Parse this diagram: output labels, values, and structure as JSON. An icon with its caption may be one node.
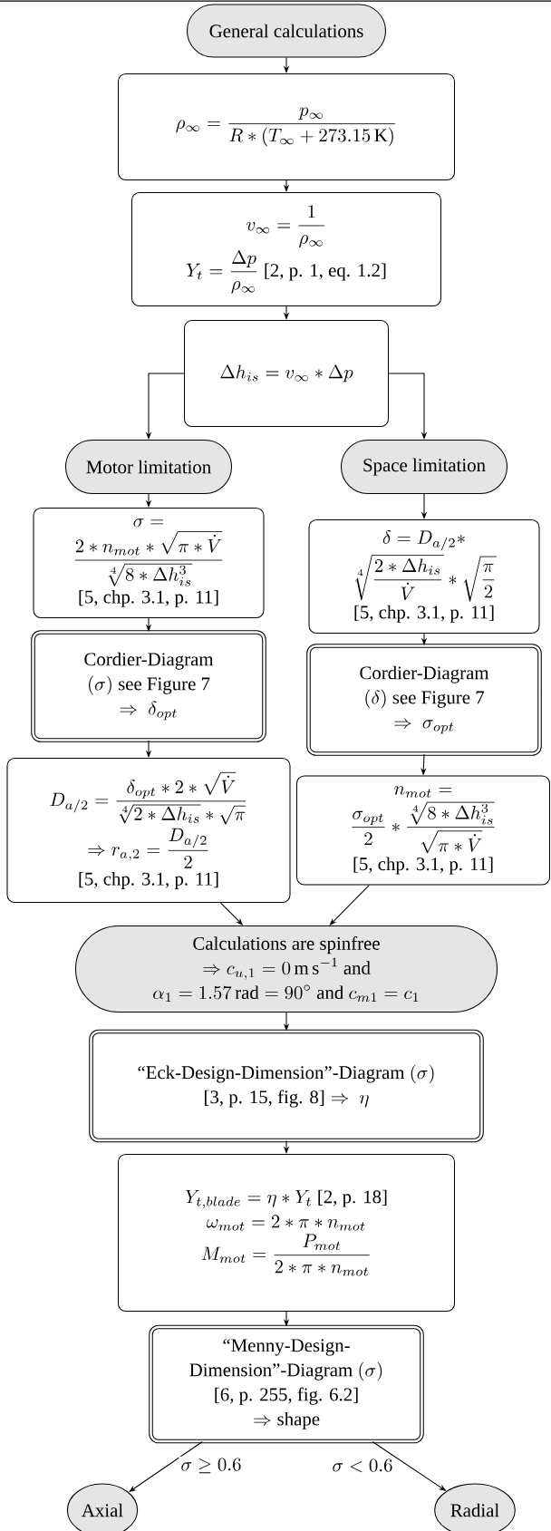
{
  "diagram": {
    "nodes": [
      {
        "text": [
          "General calculations"
        ]
      },
      {
        "text": [
          "\\rho_\\infty = \\frac{p_\\infty}{R * (T_\\infty + 273.15\\,\\mathrm{K})}"
        ]
      },
      {
        "text": [
          "v_\\infty = \\frac{1}{\\rho_\\infty}",
          "Y_t = \\frac{\\Delta p}{\\rho_\\infty}\\ \\text{[2, p. 1, eq. 1.2]}"
        ]
      },
      {
        "text": [
          "\\Delta h_{is} = v_\\infty * \\Delta p"
        ]
      },
      {
        "text": [
          "Motor limitation"
        ]
      },
      {
        "text": [
          "Space limitation"
        ]
      },
      {
        "text": [
          "\\sigma =",
          "\\frac{2 * n_{mot} * \\sqrt{\\pi * \\dot{V}}}{\\sqrt[4]{8 * \\Delta h_{is}^3}}",
          "[5, chp. 3.1, p. 11]"
        ]
      },
      {
        "text": [
          "\\delta = D_{a/2} *",
          "\\sqrt[4]{\\frac{2 * \\Delta h_{is}}{\\dot{V}}} * \\sqrt{\\frac{\\pi}{2}}",
          "[5, chp. 3.1, p. 11]"
        ]
      },
      {
        "text": [
          "Cordier-Diagram",
          "(\\sigma)\\ \\text{see Figure 7}",
          "\\Rightarrow\\ \\delta_{opt}"
        ]
      },
      {
        "text": [
          "Cordier-Diagram",
          "(\\delta)\\ \\text{see Figure 7}",
          "\\Rightarrow\\ \\sigma_{opt}"
        ]
      },
      {
        "text": [
          "D_{a/2} = \\frac{\\delta_{opt} * 2 * \\sqrt{\\dot{V}}}{\\sqrt[4]{2 * \\Delta h_{is}} * \\sqrt{\\pi}}",
          "\\Rightarrow r_{a,2} = \\frac{D_{a/2}}{2}",
          "[5, chp. 3.1, p. 11]"
        ]
      },
      {
        "text": [
          "n_{mot} =",
          "\\frac{\\sigma_{opt}}{2} * \\frac{\\sqrt[4]{8 * \\Delta h_{is}^3}}{\\sqrt{\\pi * \\dot{V}}}",
          "[5, chp. 3.1, p. 11]"
        ]
      },
      {
        "text": [
          "Calculations are spinfree",
          "\\Rightarrow c_{u,1} = 0\\,\\mathrm{m\\,s^{-1}}\\ \\text{and}",
          "\\alpha_1 = 1.57\\,\\mathrm{rad} = 90^\\circ\\ \\text{and}\\ c_{m1} = c_1"
        ]
      },
      {
        "text": [
          "\\text{“Eck-Design-Dimension”-Diagram}\\ (\\sigma)",
          "\\text{[3, p. 15, fig. 8]} \\Rightarrow\\ \\eta"
        ]
      },
      {
        "text": [
          "Y_{t,blade} = \\eta * Y_t\\ \\text{[2, p. 18]}",
          "\\omega_{mot} = 2 * \\pi * n_{mot}",
          "M_{mot} = \\frac{P_{mot}}{2 * \\pi * n_{mot}}"
        ]
      },
      {
        "text": [
          "“Menny-Design-",
          "\\text{Dimension”-Diagram}\\ (\\sigma)",
          "[6, p. 255, fig. 6.2]",
          "\\Rightarrow \\text{shape}"
        ]
      },
      {
        "text": [
          "Axial"
        ]
      },
      {
        "text": [
          "Radial"
        ]
      }
    ],
    "edges": [
      {
        "from": 0,
        "to": 1,
        "arrow": "to"
      },
      {
        "from": 1,
        "to": 2,
        "arrow": "to"
      },
      {
        "from": 2,
        "to": 3,
        "arrow": "to"
      },
      {
        "from": 3,
        "to": 4,
        "arrow": "to"
      },
      {
        "from": 3,
        "to": 5,
        "arrow": "to"
      },
      {
        "from": 4,
        "to": 6,
        "arrow": "to"
      },
      {
        "from": 5,
        "to": 7,
        "arrow": "to"
      },
      {
        "from": 6,
        "to": 8,
        "arrow": "to"
      },
      {
        "from": 7,
        "to": 9,
        "arrow": "to"
      },
      {
        "from": 8,
        "to": 10,
        "arrow": "to"
      },
      {
        "from": 9,
        "to": 11,
        "arrow": "to"
      },
      {
        "from": 10,
        "to": 12,
        "arrow": "to"
      },
      {
        "from": 11,
        "to": 12,
        "arrow": "to"
      },
      {
        "from": 12,
        "to": 13,
        "arrow": "to"
      },
      {
        "from": 13,
        "to": 14,
        "arrow": "to"
      },
      {
        "from": 14,
        "to": 15,
        "arrow": "to"
      },
      {
        "from": 15,
        "to": 16,
        "arrow": "to",
        "label": "\\sigma \\geq 0.6"
      },
      {
        "from": 15,
        "to": 17,
        "arrow": "to",
        "label": "\\sigma < 0.6"
      }
    ]
  }
}
